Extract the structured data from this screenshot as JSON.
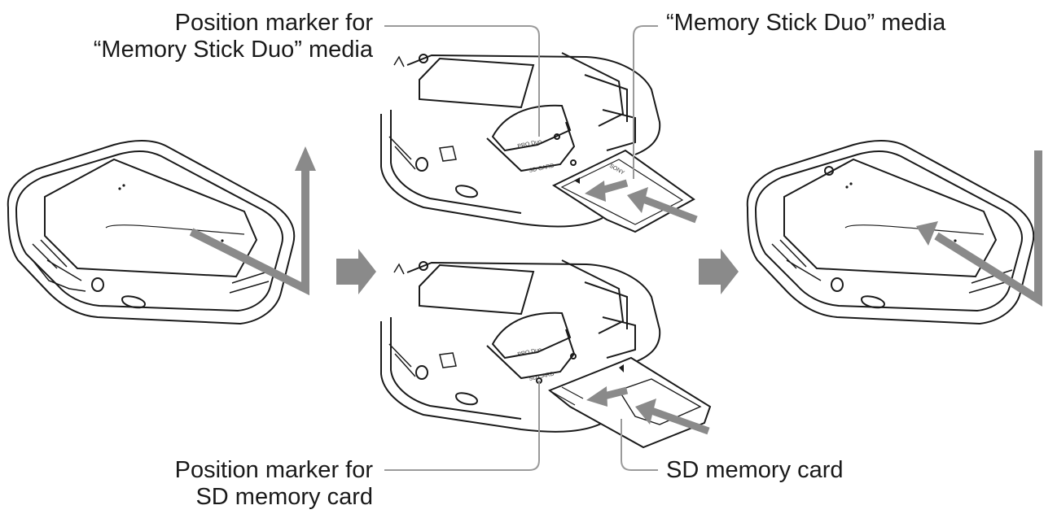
{
  "callouts": {
    "ms_marker": {
      "line1": "Position marker for",
      "line2": "“Memory Stick Duo” media"
    },
    "ms_media": "“Memory Stick Duo” media",
    "sd_marker": {
      "line1": "Position marker for",
      "line2": "SD memory card"
    },
    "sd_card": "SD memory card"
  },
  "printed_marks": {
    "slot_ms": "PRO Duo",
    "slot_sd": "SD CARD",
    "ms_brand": "SONY"
  },
  "colors": {
    "line": "#1a1a1a",
    "arrow": "#8a8a8a",
    "callout_line": "#9a9a9a"
  }
}
